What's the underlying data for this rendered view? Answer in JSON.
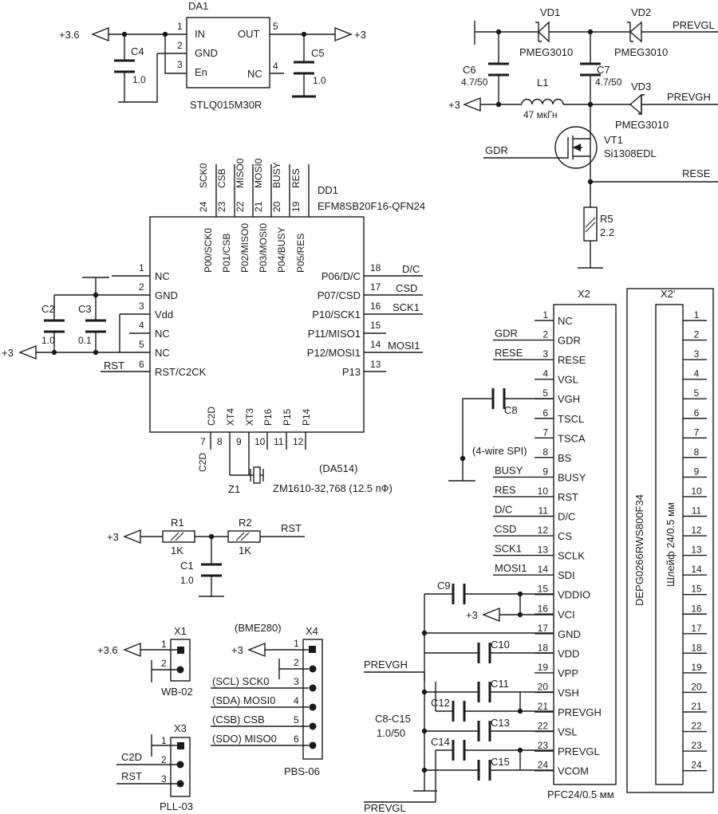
{
  "schematic": {
    "da1": {
      "ref": "DA1",
      "part": "STLQ015M30R",
      "in_net": "+3.6",
      "out_net": "+3",
      "pins": [
        {
          "num": "1",
          "name": "IN"
        },
        {
          "num": "2",
          "name": "GND"
        },
        {
          "num": "3",
          "name": "En"
        },
        {
          "num": "5",
          "name": "OUT"
        },
        {
          "num": "4",
          "name": "NC"
        }
      ],
      "c4": {
        "ref": "C4",
        "value": "1.0"
      },
      "c5": {
        "ref": "C5",
        "value": "1.0"
      }
    },
    "boost": {
      "vd1": {
        "ref": "VD1",
        "part": "PMEG3010"
      },
      "vd2": {
        "ref": "VD2",
        "part": "PMEG3010"
      },
      "vd3": {
        "ref": "VD3",
        "part": "PMEG3010"
      },
      "c6": {
        "ref": "C6",
        "value": "4.7/50"
      },
      "c7": {
        "ref": "C7",
        "value": "4.7/50"
      },
      "l1": {
        "ref": "L1",
        "value": "47 мкГн"
      },
      "vt1": {
        "ref": "VT1",
        "part": "Si1308EDL"
      },
      "r5": {
        "ref": "R5",
        "value": "2.2"
      },
      "nets": {
        "prevgl": "PREVGL",
        "prevgh": "PREVGH",
        "gdr": "GDR",
        "rese": "RESE",
        "v3": "+3"
      }
    },
    "dd1": {
      "ref": "DD1",
      "part": "EFM8SB20F16-QFN24",
      "top_pins": [
        {
          "num": "24",
          "net": "SCK0",
          "name": "P00/SCK0"
        },
        {
          "num": "23",
          "net": "CSB",
          "name": "P01/CSB"
        },
        {
          "num": "22",
          "net": "MISO0",
          "name": "P02/MISO0"
        },
        {
          "num": "21",
          "net": "MOSI0",
          "name": "P03/MOSI0"
        },
        {
          "num": "20",
          "net": "BUSY",
          "name": "P04/BUSY"
        },
        {
          "num": "19",
          "net": "RES",
          "name": "P05/RES"
        }
      ],
      "left_pins": [
        {
          "num": "1",
          "name": "NC"
        },
        {
          "num": "2",
          "name": "GND"
        },
        {
          "num": "3",
          "name": "Vdd"
        },
        {
          "num": "4",
          "name": "NC"
        },
        {
          "num": "5",
          "name": "NC"
        },
        {
          "num": "6",
          "name": "RST/C2CK"
        }
      ],
      "right_pins": [
        {
          "num": "18",
          "name": "P06/D/C",
          "net": "D/C"
        },
        {
          "num": "17",
          "name": "P07/CSD",
          "net": "CSD"
        },
        {
          "num": "16",
          "name": "P10/SCK1",
          "net": "SCK1"
        },
        {
          "num": "15",
          "name": "P11/MISO1",
          "net": ""
        },
        {
          "num": "14",
          "name": "P12/MOSI1",
          "net": "MOSI1"
        },
        {
          "num": "13",
          "name": "P13",
          "net": ""
        }
      ],
      "bottom_pins": [
        {
          "num": "7",
          "name": "C2D"
        },
        {
          "num": "8",
          "name": "XT4"
        },
        {
          "num": "9",
          "name": "XT3"
        },
        {
          "num": "10",
          "name": "P16"
        },
        {
          "num": "11",
          "name": "P15"
        },
        {
          "num": "12",
          "name": "P14"
        }
      ],
      "c2": {
        "ref": "C2",
        "value": "1.0"
      },
      "c3": {
        "ref": "C3",
        "value": "0.1"
      },
      "net_v3": "+3",
      "net_rst": "RST",
      "net_c2d": "C2D",
      "crystal": {
        "ref": "Z1",
        "part": "ZM1610-32,768 (12.5 пФ)",
        "alt": "(DA514)"
      }
    },
    "reset": {
      "r1": {
        "ref": "R1",
        "value": "1K"
      },
      "r2": {
        "ref": "R2",
        "value": "1K"
      },
      "c1": {
        "ref": "C1",
        "value": "1.0"
      },
      "net_v3": "+3",
      "net_rst": "RST"
    },
    "x1": {
      "ref": "X1",
      "part": "WB-02",
      "net": "+3.6",
      "pins": [
        "1",
        "2"
      ]
    },
    "x3": {
      "ref": "X3",
      "part": "PLL-03",
      "pins": [
        "1",
        "2",
        "3"
      ],
      "nets": [
        "",
        "C2D",
        "RST"
      ]
    },
    "x4": {
      "ref": "X4",
      "part": "PBS-06",
      "note": "(BME280)",
      "net": "+3",
      "pins": [
        "1",
        "2",
        "3",
        "4",
        "5",
        "6"
      ],
      "labels": [
        "",
        "",
        "(SCL) SCK0",
        "(SDA) MOSI0",
        "(CSB) CSB",
        "(SDO) MISO0"
      ]
    },
    "x2": {
      "ref": "X2",
      "part": "PFC24/0.5 мм",
      "pins": [
        {
          "num": "1",
          "name": "NC",
          "net": ""
        },
        {
          "num": "2",
          "name": "GDR",
          "net": "GDR"
        },
        {
          "num": "3",
          "name": "RESE",
          "net": "RESE"
        },
        {
          "num": "4",
          "name": "VGL",
          "net": ""
        },
        {
          "num": "5",
          "name": "VGH",
          "net": ""
        },
        {
          "num": "6",
          "name": "TSCL",
          "net": ""
        },
        {
          "num": "7",
          "name": "TSCA",
          "net": ""
        },
        {
          "num": "8",
          "name": "BS",
          "net": "(4-wire SPI)"
        },
        {
          "num": "9",
          "name": "BUSY",
          "net": "BUSY"
        },
        {
          "num": "10",
          "name": "RST",
          "net": "RES"
        },
        {
          "num": "11",
          "name": "D/C",
          "net": "D/C"
        },
        {
          "num": "12",
          "name": "CS",
          "net": "CSD"
        },
        {
          "num": "13",
          "name": "SCLK",
          "net": "SCK1"
        },
        {
          "num": "14",
          "name": "SDI",
          "net": "MOSI1"
        },
        {
          "num": "15",
          "name": "VDDIO",
          "net": ""
        },
        {
          "num": "16",
          "name": "VCI",
          "net": ""
        },
        {
          "num": "17",
          "name": "GND",
          "net": ""
        },
        {
          "num": "18",
          "name": "VDD",
          "net": ""
        },
        {
          "num": "19",
          "name": "VPP",
          "net": ""
        },
        {
          "num": "20",
          "name": "VSH",
          "net": ""
        },
        {
          "num": "21",
          "name": "PREVGH",
          "net": ""
        },
        {
          "num": "22",
          "name": "VSL",
          "net": ""
        },
        {
          "num": "23",
          "name": "PREVGL",
          "net": ""
        },
        {
          "num": "24",
          "name": "VCOM",
          "net": ""
        }
      ],
      "caps": [
        "C8",
        "C9",
        "C10",
        "C11",
        "C12",
        "C13",
        "C14",
        "C15"
      ],
      "cap_group": "C8-C15",
      "cap_value": "1.0/50",
      "net_v3": "+3",
      "net_prevgh": "PREVGH",
      "net_prevgl": "PREVGL"
    },
    "x2b": {
      "ref": "X2'",
      "part": "DEPG0266RWS800F34",
      "cable": "Шлейф 24/0.5 мм",
      "pins": [
        "1",
        "2",
        "3",
        "4",
        "5",
        "6",
        "7",
        "8",
        "9",
        "10",
        "11",
        "12",
        "13",
        "14",
        "15",
        "16",
        "17",
        "18",
        "19",
        "20",
        "21",
        "22",
        "23",
        "24"
      ]
    }
  }
}
